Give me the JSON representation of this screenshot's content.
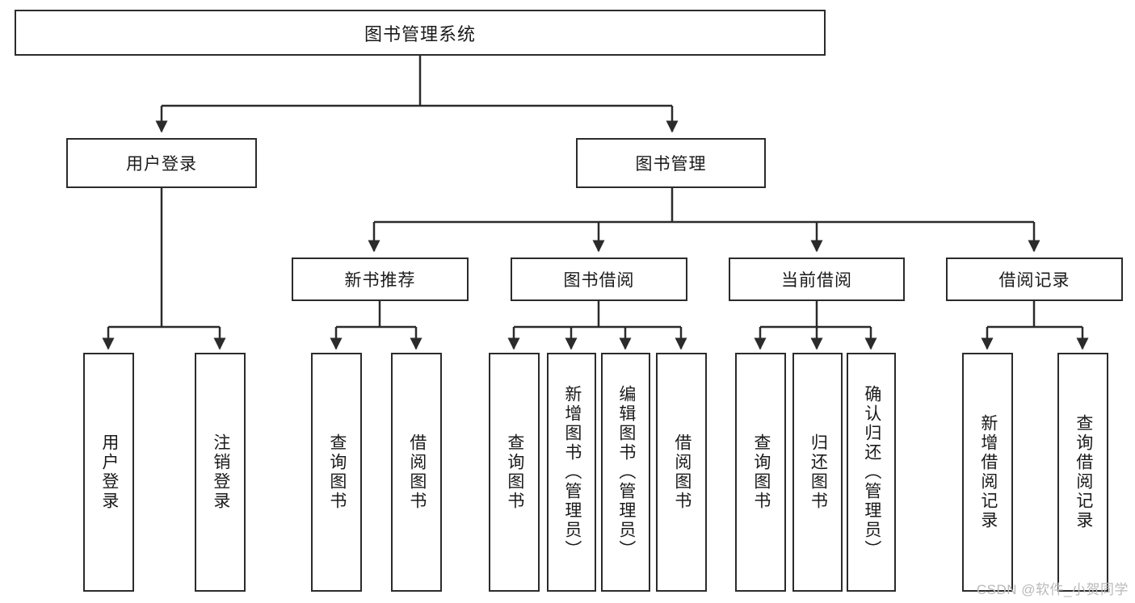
{
  "diagram": {
    "title": "图书管理系统",
    "type": "tree-hierarchy",
    "watermark": "CSDN @软件_小贺同学",
    "colors": {
      "stroke": "#2b2b2b",
      "fill": "#ffffff",
      "text": "#1a1a1a",
      "watermark": "#b9b9b9"
    },
    "root": {
      "label": "图书管理系统"
    },
    "level1": [
      {
        "label": "用户登录"
      },
      {
        "label": "图书管理"
      }
    ],
    "level2": [
      {
        "label": "新书推荐"
      },
      {
        "label": "图书借阅"
      },
      {
        "label": "当前借阅"
      },
      {
        "label": "借阅记录"
      }
    ],
    "leaves": {
      "user_login": [
        {
          "label": "用户登录"
        },
        {
          "label": "注销登录"
        }
      ],
      "new_book_recommend": [
        {
          "label": "查询图书"
        },
        {
          "label": "借阅图书"
        }
      ],
      "book_borrow": [
        {
          "label": "查询图书"
        },
        {
          "label": "新增图书（管理员）"
        },
        {
          "label": "编辑图书（管理员）"
        },
        {
          "label": "借阅图书"
        }
      ],
      "current_borrow": [
        {
          "label": "查询图书"
        },
        {
          "label": "归还图书"
        },
        {
          "label": "确认归还（管理员）"
        }
      ],
      "borrow_record": [
        {
          "label": "新增借阅记录"
        },
        {
          "label": "查询借阅记录"
        }
      ]
    }
  }
}
